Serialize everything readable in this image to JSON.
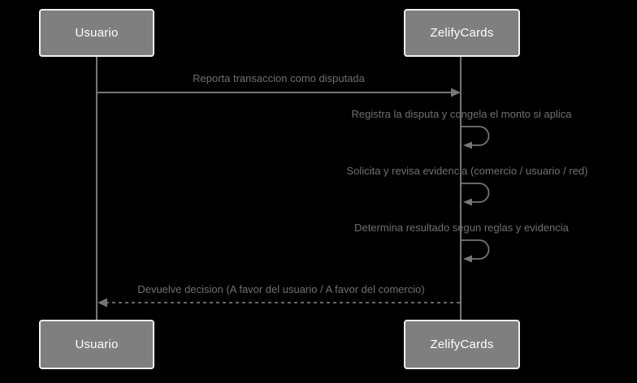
{
  "diagram": {
    "type": "sequence-diagram",
    "background_color": "#000000",
    "actor_fill_color": "#7f7f7f",
    "actor_border_color": "#f0f0f0",
    "actor_text_color": "#ffffff",
    "line_color": "#767676",
    "message_text_color": "#707070",
    "actors": [
      {
        "id": "usuario",
        "label": "Usuario"
      },
      {
        "id": "zelifycards",
        "label": "ZelifyCards"
      }
    ],
    "messages": [
      {
        "order": 1,
        "type": "solid-arrow",
        "from": "usuario",
        "to": "zelifycards",
        "label": "Reporta transaccion como disputada"
      },
      {
        "order": 2,
        "type": "self-loop",
        "actor": "zelifycards",
        "label": "Registra la disputa y congela el monto si aplica"
      },
      {
        "order": 3,
        "type": "self-loop",
        "actor": "zelifycards",
        "label": "Solicita y revisa evidencia (comercio / usuario / red)"
      },
      {
        "order": 4,
        "type": "self-loop",
        "actor": "zelifycards",
        "label": "Determina resultado segun reglas y evidencia"
      },
      {
        "order": 5,
        "type": "dashed-arrow",
        "from": "zelifycards",
        "to": "usuario",
        "label": "Devuelve decision (A favor del usuario / A favor del comercio)"
      }
    ]
  }
}
